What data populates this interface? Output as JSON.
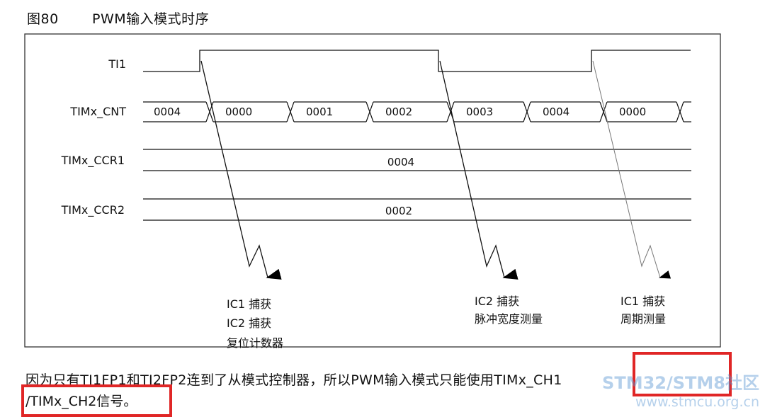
{
  "figure": {
    "number": "图80",
    "title": "PWM输入模式时序"
  },
  "signals": {
    "ti1": "TI1",
    "cnt": "TIMx_CNT",
    "ccr1": "TIMx_CCR1",
    "ccr2": "TIMx_CCR2"
  },
  "cnt_values": [
    "0004",
    "0000",
    "0001",
    "0002",
    "0003",
    "0004",
    "0000"
  ],
  "ccr1_value": "0004",
  "ccr2_value": "0002",
  "captures": {
    "first": [
      "IC1 捕获",
      "IC2 捕获",
      "复位计数器"
    ],
    "second": [
      "IC2 捕获",
      "脉冲宽度测量"
    ],
    "third": [
      "IC1 捕获",
      "周期测量"
    ]
  },
  "paragraph": {
    "line1_text": "因为只有TI1FP1和TI2FP2连到了从模式控制器，所以PWM输入模式只能使用",
    "line1_boxed": "TIMx_CH1",
    "line2_boxed": "/TIMx_CH2信号。"
  },
  "watermark": {
    "line1": "STM32/STM8社区",
    "line2": "www.stmcu.org.cn"
  },
  "colors": {
    "highlight": "#e02626",
    "watermark": "#5a96d2"
  }
}
